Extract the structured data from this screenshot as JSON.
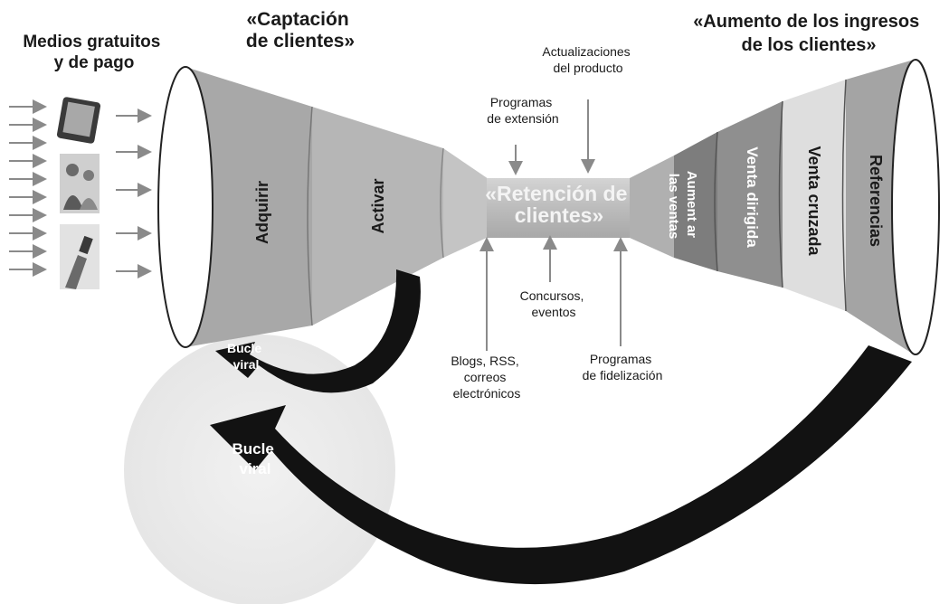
{
  "headings": {
    "media": [
      "Medios gratuitos",
      "y de pago"
    ],
    "acquisition": [
      "«Captación",
      "de clientes»"
    ],
    "revenue": [
      "«Aumento de los ingresos",
      "de los clientes»"
    ]
  },
  "funnel_left": {
    "acquire": "Adquirir",
    "activate": "Activar"
  },
  "retention": [
    "«Retención de",
    "clientes»"
  ],
  "funnel_right": {
    "upsell": [
      "Aument ar",
      "las ventas"
    ],
    "directed_sale": "Venta dirigida",
    "cross_sell": "Venta cruzada",
    "referrals": "Referencias"
  },
  "inputs": {
    "product_updates": [
      "Actualizaciones",
      "del producto"
    ],
    "outreach_programs": [
      "Programas",
      "de extensión"
    ],
    "contests": [
      "Concursos,",
      "eventos"
    ],
    "blogs": [
      "Blogs, RSS,",
      "correos",
      "electrónicos"
    ],
    "loyalty_programs": [
      "Programas",
      "de fidelización"
    ]
  },
  "loops": {
    "small": [
      "Bucle",
      "viral"
    ],
    "large": [
      "Bucle",
      "viral"
    ]
  },
  "colors": {
    "funnel_dark": "#8c8c8c",
    "funnel_mid": "#a9a9a9",
    "funnel_light": "#d0d0d0",
    "arrow_dark": "#111111",
    "circle": "#ececec"
  },
  "icons": [
    "tablet-device-icon",
    "people-photo-icon",
    "hand-phone-icon"
  ]
}
